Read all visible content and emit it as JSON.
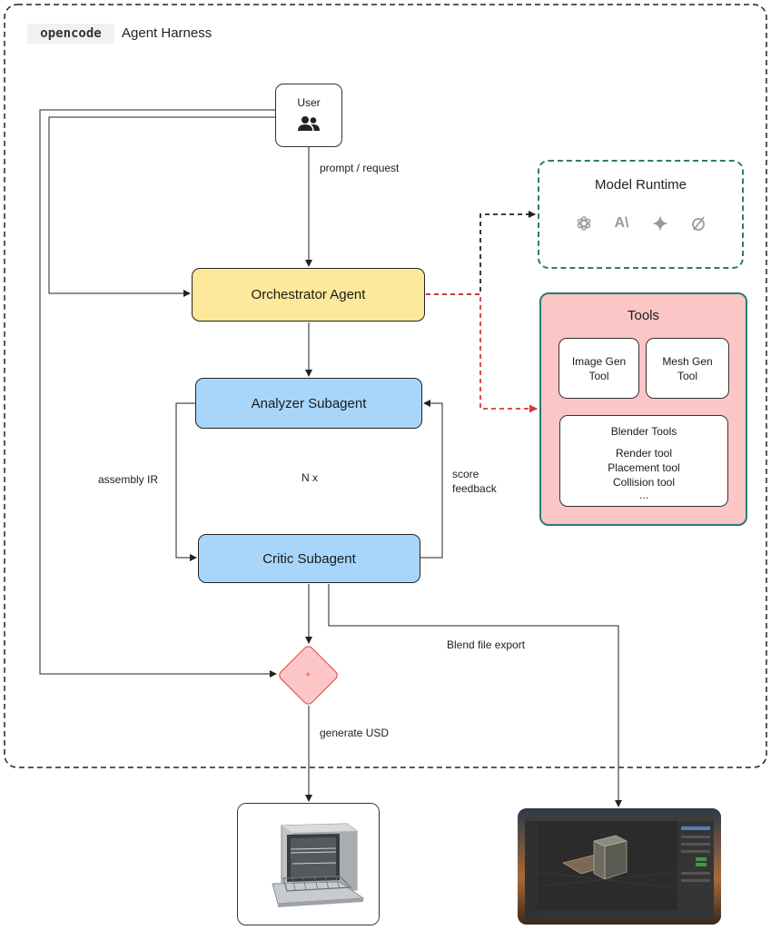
{
  "header": {
    "logo_text": "opencode",
    "title": "Agent Harness"
  },
  "nodes": {
    "user": {
      "label": "User",
      "icon": "users-icon"
    },
    "orchestrator": {
      "label": "Orchestrator Agent"
    },
    "analyzer": {
      "label": "Analyzer Subagent"
    },
    "critic": {
      "label": "Critic Subagent"
    },
    "merge": {
      "symbol": "+"
    }
  },
  "model_runtime": {
    "title": "Model Runtime",
    "icons": [
      "openai-icon",
      "anthropic-icon",
      "gemini-sparkle-icon",
      "slashed-circle-icon"
    ],
    "anthropic_text": "A\\"
  },
  "tools": {
    "title": "Tools",
    "image_gen": [
      "Image Gen",
      "Tool"
    ],
    "mesh_gen": [
      "Mesh Gen",
      "Tool"
    ],
    "blender": {
      "title": "Blender Tools",
      "items": [
        "Render tool",
        "Placement tool",
        "Collision tool",
        "..."
      ]
    }
  },
  "edge_labels": {
    "prompt": "prompt / request",
    "assembly": "assembly IR",
    "loop": "N x",
    "score": "score",
    "feedback": "feedback",
    "blend_export": "Blend file export",
    "generate_usd": "generate USD"
  },
  "colors": {
    "orchestrator": "#fde99b",
    "subagent": "#a8d6fa",
    "tools_fill": "#fdc6c6",
    "teal_border": "#2a7b74",
    "red_dashed": "#d9363e"
  }
}
